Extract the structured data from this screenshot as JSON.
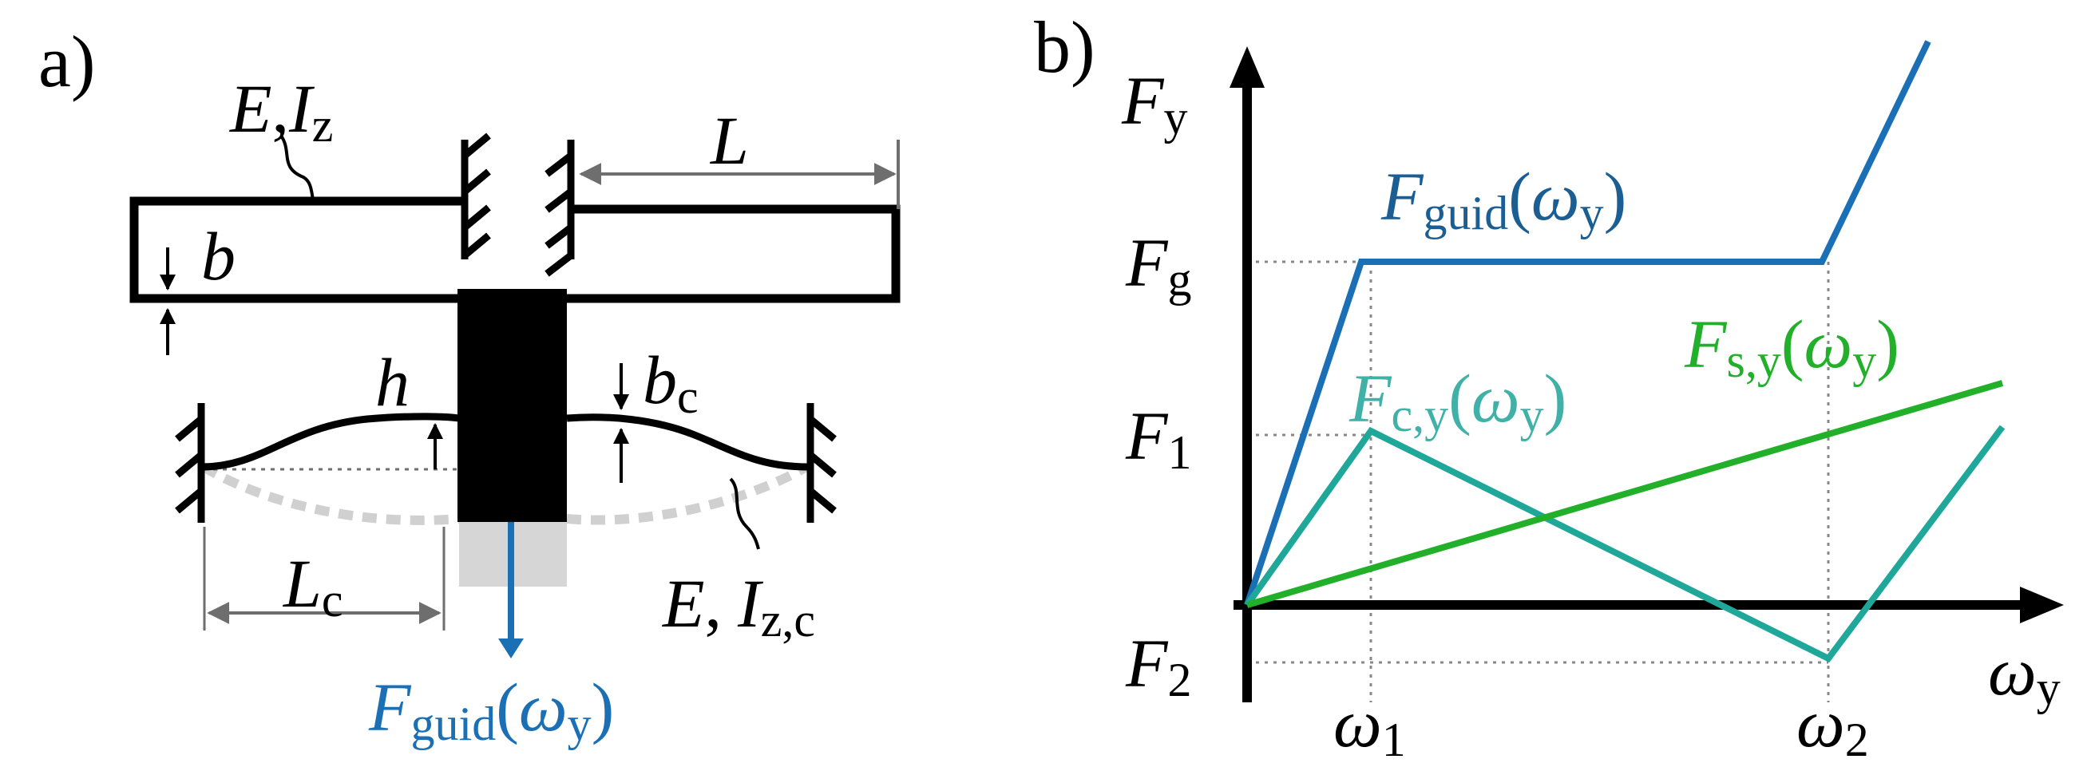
{
  "panel_a": {
    "label": "a)",
    "beam_props": {
      "E": "E",
      "sep": ",",
      "I": "I",
      "I_sub": "z"
    },
    "length_L": "L",
    "thickness_b": "b",
    "height_h": "h",
    "compliant_thickness": {
      "main": "b",
      "sub": "c"
    },
    "compliant_length": {
      "main": "L",
      "sub": "c"
    },
    "compliant_props": {
      "E": "E",
      "sep": ",",
      "I": "I",
      "I_sub": "z,c"
    },
    "force": {
      "main": "F",
      "sub": "guid",
      "arg_open": "(",
      "omega": "ω",
      "omega_sub": "y",
      "arg_close": ")"
    },
    "colors": {
      "force": "#1a6fb5",
      "ghost": "#d0d0d0",
      "dim": "#6e6e6e"
    }
  },
  "panel_b": {
    "label": "b)",
    "y_axis": {
      "main": "F",
      "sub": "y"
    },
    "x_axis": {
      "main": "ω",
      "sub": "y"
    },
    "y_ticks": [
      {
        "main": "F",
        "sub": "g"
      },
      {
        "main": "F",
        "sub": "1"
      },
      {
        "main": "F",
        "sub": "2"
      }
    ],
    "x_ticks": [
      {
        "main": "ω",
        "sub": "1"
      },
      {
        "main": "ω",
        "sub": "2"
      }
    ],
    "curve_labels": {
      "guid": {
        "main": "F",
        "sub": "guid",
        "omega": "ω",
        "omega_sub": "y"
      },
      "cy": {
        "main": "F",
        "sub": "c,y",
        "omega": "ω",
        "omega_sub": "y"
      },
      "sy": {
        "main": "F",
        "sub": "s,y",
        "omega": "ω",
        "omega_sub": "y"
      }
    },
    "colors": {
      "guid": "#1a6fb5",
      "cy": "#1fa89a",
      "sy": "#22b02a",
      "cy_label": "#3fb1a6",
      "guid_label": "#1a5e94",
      "sy_label": "#22b02a"
    }
  }
}
